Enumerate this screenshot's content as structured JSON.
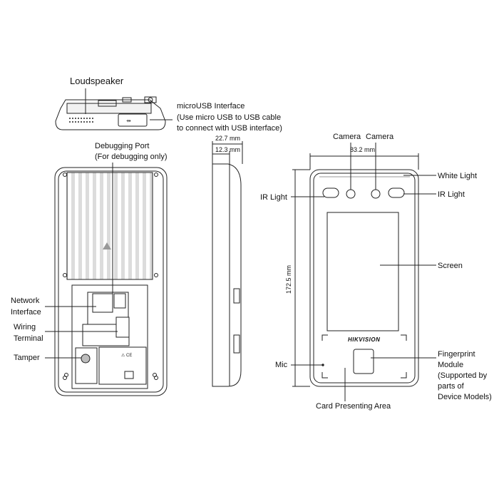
{
  "labels": {
    "loudspeaker": "Loudspeaker",
    "microusb_line1": "microUSB Interface",
    "microusb_line2": "(Use micro USB to USB cable",
    "microusb_line3": "to connect with USB interface)",
    "debug_line1": "Debugging Port",
    "debug_line2": "(For debugging only)",
    "network_line1": "Network",
    "network_line2": "Interface",
    "wiring_line1": "Wiring",
    "wiring_line2": "Terminal",
    "tamper": "Tamper",
    "camera_left": "Camera",
    "camera_right": "Camera",
    "white_light": "White Light",
    "ir_light_left": "IR Light",
    "ir_light_right": "IR Light",
    "screen": "Screen",
    "mic": "Mic",
    "fingerprint_line1": "Fingerprint",
    "fingerprint_line2": "Module",
    "fingerprint_line3": "(Supported by",
    "fingerprint_line4": "parts of",
    "fingerprint_line5": "Device Models)",
    "card_area": "Card Presenting Area"
  },
  "dimensions": {
    "depth_total": "22.7 mm",
    "depth_body": "12.3 mm",
    "width": "83.2 mm",
    "height": "172.5 mm"
  },
  "brand_logo": "HIKVISION",
  "colors": {
    "line": "#222222",
    "body_fill": "#ffffff",
    "shade": "#bdbdbd"
  }
}
